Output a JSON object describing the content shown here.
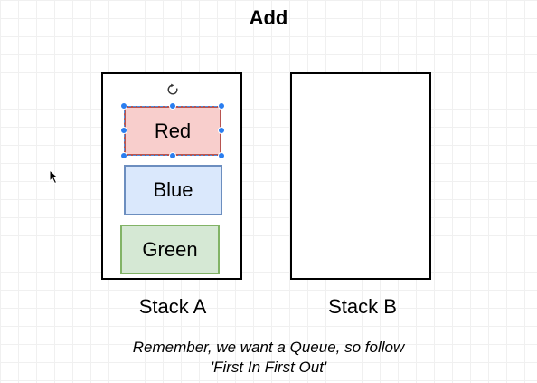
{
  "title": "Add",
  "stacks": [
    {
      "label": "Stack A"
    },
    {
      "label": "Stack B"
    }
  ],
  "blocks": [
    {
      "label": "Red",
      "fill": "#f8cecc",
      "stroke": "#b85450",
      "selected": true
    },
    {
      "label": "Blue",
      "fill": "#dae8fc",
      "stroke": "#6c8ebf"
    },
    {
      "label": "Green",
      "fill": "#d5e8d4",
      "stroke": "#82b366"
    }
  ],
  "note": {
    "line1": "Remember, we want a Queue, so follow",
    "line2": "'First In First Out'"
  },
  "icons": {
    "rotate": "rotate-icon",
    "cursor": "mouse-cursor-icon"
  },
  "colors": {
    "selection": "#2a7ef0"
  }
}
